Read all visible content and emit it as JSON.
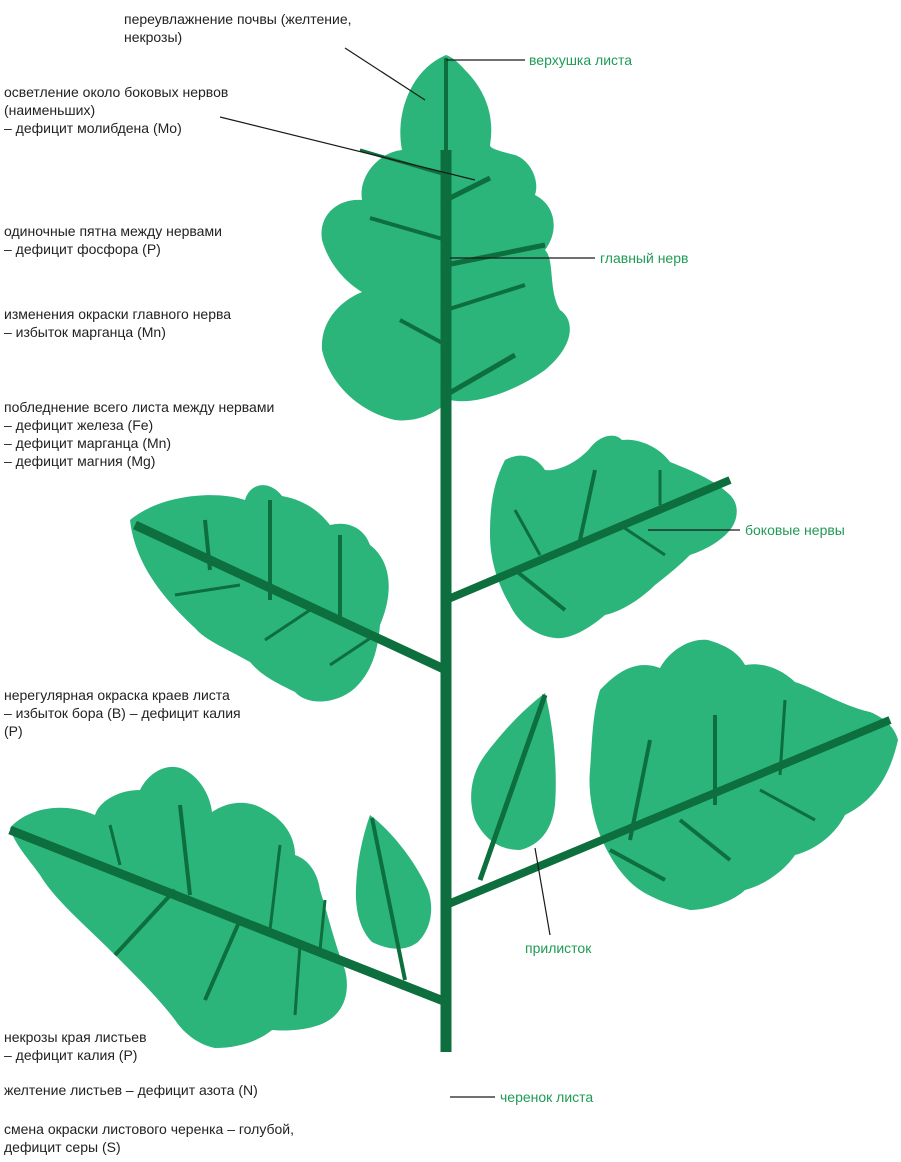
{
  "colors": {
    "leaf": "#2cb57a",
    "vein": "#0d6e3e",
    "label_green": "#1f9b55",
    "text": "#222222",
    "leader": "#1a1a1a"
  },
  "left_notes": {
    "waterlogging": {
      "line1": "переувлажнение почвы (желтение,",
      "line2": "некрозы)"
    },
    "molybdenum": {
      "line1": "осветление около боковых нервов",
      "line2": "(наименьших)",
      "line3": "– дефицит молибдена (Mo)"
    },
    "phosphorus": {
      "line1": "одиночные пятна между нервами",
      "line2": "– дефицит фосфора (P)"
    },
    "manganese_excess": {
      "line1": "изменения окраски главного нерва",
      "line2": "– избыток марганца (Mn)"
    },
    "chlorosis": {
      "line1": "побледнение всего листа между нервами",
      "line2": "– дефицит железа (Fe)",
      "line3": "– дефицит марганца (Mn)",
      "line4": "– дефицит магния (Mg)"
    },
    "edges": {
      "line1": "нерегулярная окраска краев листа",
      "line2": "– избыток бора (B) – дефицит калия",
      "line3": "(P)"
    },
    "necrosis": {
      "line1": "некрозы края листьев",
      "line2": "– дефицит калия (P)"
    },
    "nitrogen": {
      "line1": "желтение листьев – дефицит азота (N)"
    },
    "sulfur": {
      "line1": "смена окраски листового черенка – голубой,",
      "line2": "дефицит серы (S)"
    }
  },
  "right_labels": {
    "apex": "верхушка листа",
    "main_vein": "главный нерв",
    "lateral_veins": "боковые нервы",
    "stipule": "прилисток",
    "petiole": "черенок листа"
  }
}
